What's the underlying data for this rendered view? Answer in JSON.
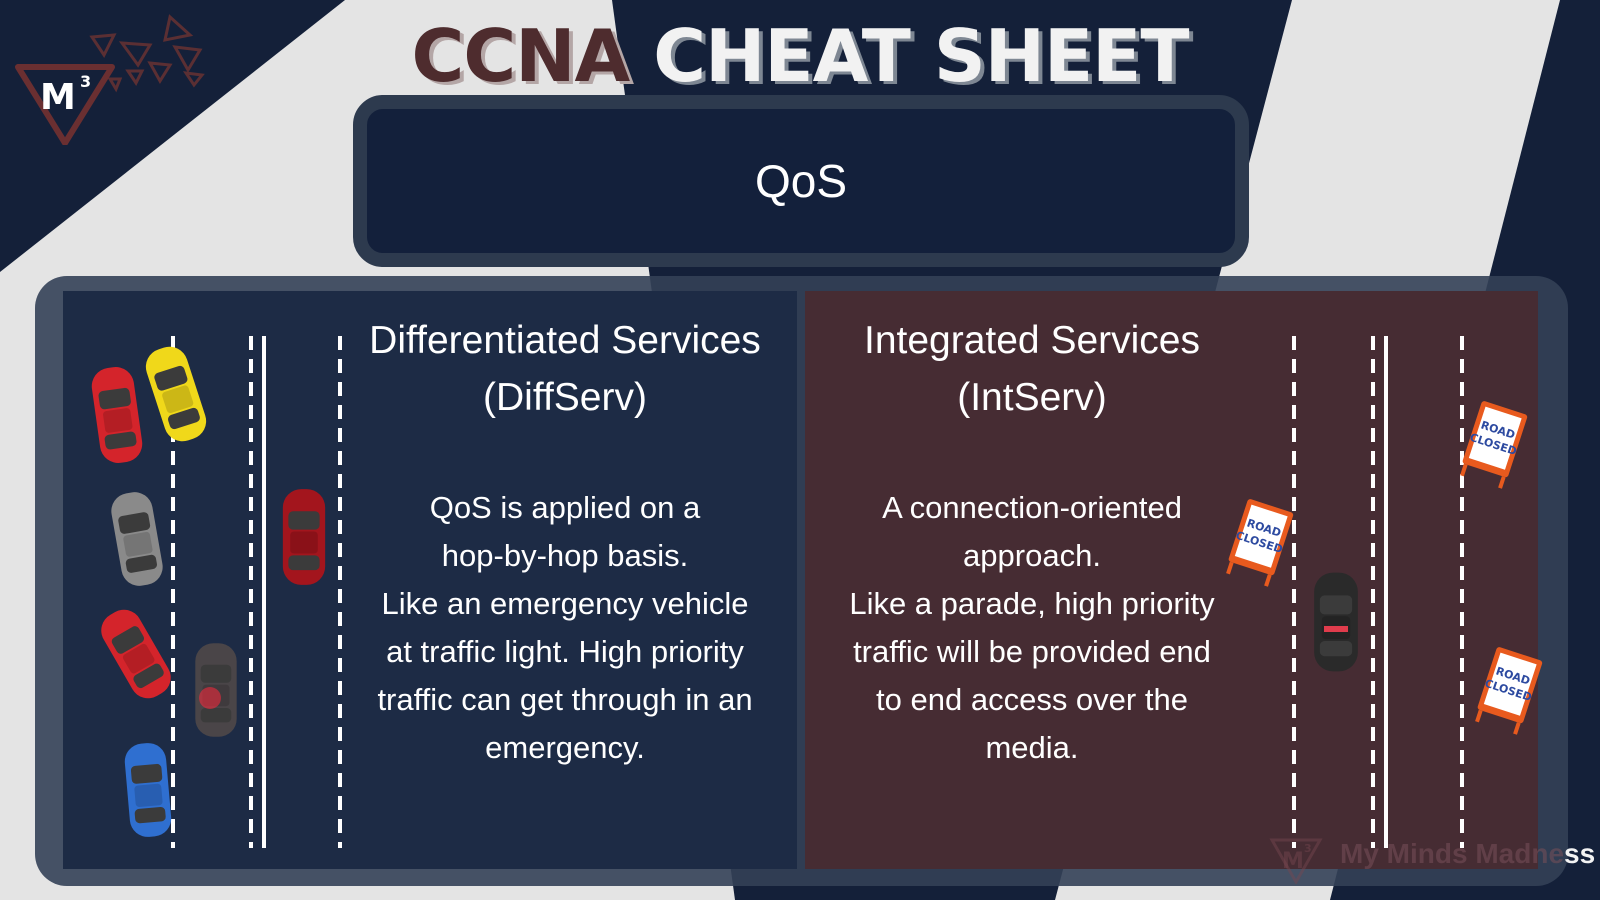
{
  "header": {
    "title_part1": "CCNA",
    "title_part2": "CHEAT SHEET",
    "logo_text": "M",
    "logo_superscript": "3"
  },
  "topic_box": {
    "label": "QoS"
  },
  "diffserv": {
    "heading": "Differentiated Services\n(DiffServ)",
    "lines": [
      "QoS is applied on a",
      "hop-by-hop basis.",
      "Like an emergency vehicle",
      "at traffic light. High priority",
      "traffic can get through in an",
      "emergency."
    ]
  },
  "intserv": {
    "heading": "Integrated Services\n(IntServ)",
    "lines": [
      "A connection-oriented",
      "approach.",
      "Like a parade, high priority",
      "traffic will be provided end",
      "to end access over the",
      "media."
    ]
  },
  "road_signs": {
    "line1": "ROAD",
    "line2": "CLOSED"
  },
  "watermark": {
    "text_faded": "My Minds Madne",
    "text_tail": "ss",
    "logo_text": "M",
    "logo_superscript": "3"
  },
  "colors": {
    "navy": "#13203b",
    "diffserv_panel": "#1d2b45",
    "intserv_panel": "#462c33",
    "ccna_brown": "#4e2c2e",
    "logo_maroon": "#6a2f31"
  }
}
